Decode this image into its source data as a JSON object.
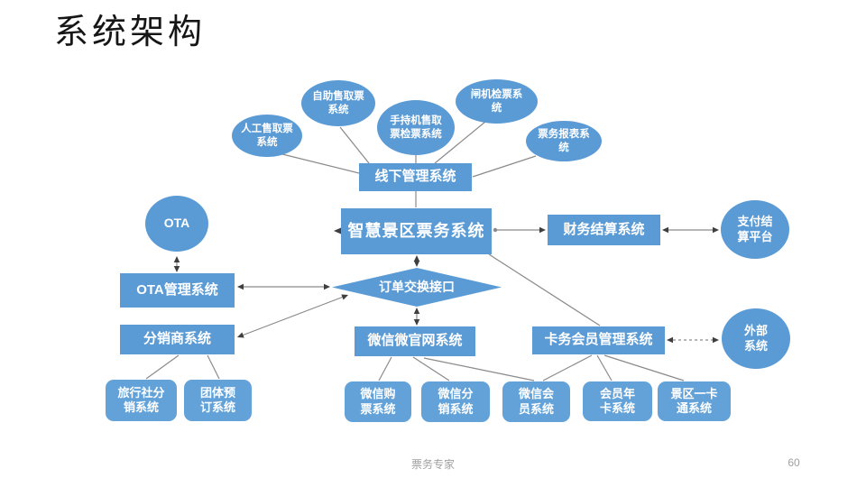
{
  "slide": {
    "title": "系统架构",
    "footer": "票务专家",
    "page_number": "60"
  },
  "colors": {
    "node_fill": "#5b9bd5",
    "node_fill_light": "#62a2d9",
    "node_text": "#ffffff",
    "connector": "#8a8a8a",
    "arrowhead": "#3f3f3f",
    "title_text": "#161616",
    "footer_text": "#a0a0a0"
  },
  "nodes": {
    "manual_ticketing": {
      "label": "人工售取票\n系统"
    },
    "self_service_ticketing": {
      "label": "自助售取票\n系统"
    },
    "handheld_ticketing": {
      "label": "手持机售取\n票检票系统"
    },
    "gate_check": {
      "label": "闸机检票系\n统"
    },
    "ticket_report": {
      "label": "票务报表系\n统"
    },
    "offline_management": {
      "label": "线下管理系统"
    },
    "smart_ticketing": {
      "label": "智慧景区票务系统"
    },
    "financial_settlement": {
      "label": "财务结算系统"
    },
    "payment_platform": {
      "label": "支付结\n算平台"
    },
    "ota": {
      "label": "OTA"
    },
    "ota_management": {
      "label": "OTA管理系统"
    },
    "order_exchange": {
      "label": "订单交换接口"
    },
    "distributor": {
      "label": "分销商系统"
    },
    "wechat_site": {
      "label": "微信微官网系统"
    },
    "card_member_management": {
      "label": "卡务会员管理系统"
    },
    "external_system": {
      "label": "外部\n系统"
    },
    "travel_agency": {
      "label": "旅行社分\n销系统"
    },
    "group_booking": {
      "label": "团体预\n订系统"
    },
    "wechat_ticketing": {
      "label": "微信购\n票系统"
    },
    "wechat_distribution": {
      "label": "微信分\n销系统"
    },
    "wechat_member": {
      "label": "微信会\n员系统"
    },
    "annual_card": {
      "label": "会员年\n卡系统"
    },
    "scenic_card": {
      "label": "景区一卡\n通系统"
    }
  }
}
